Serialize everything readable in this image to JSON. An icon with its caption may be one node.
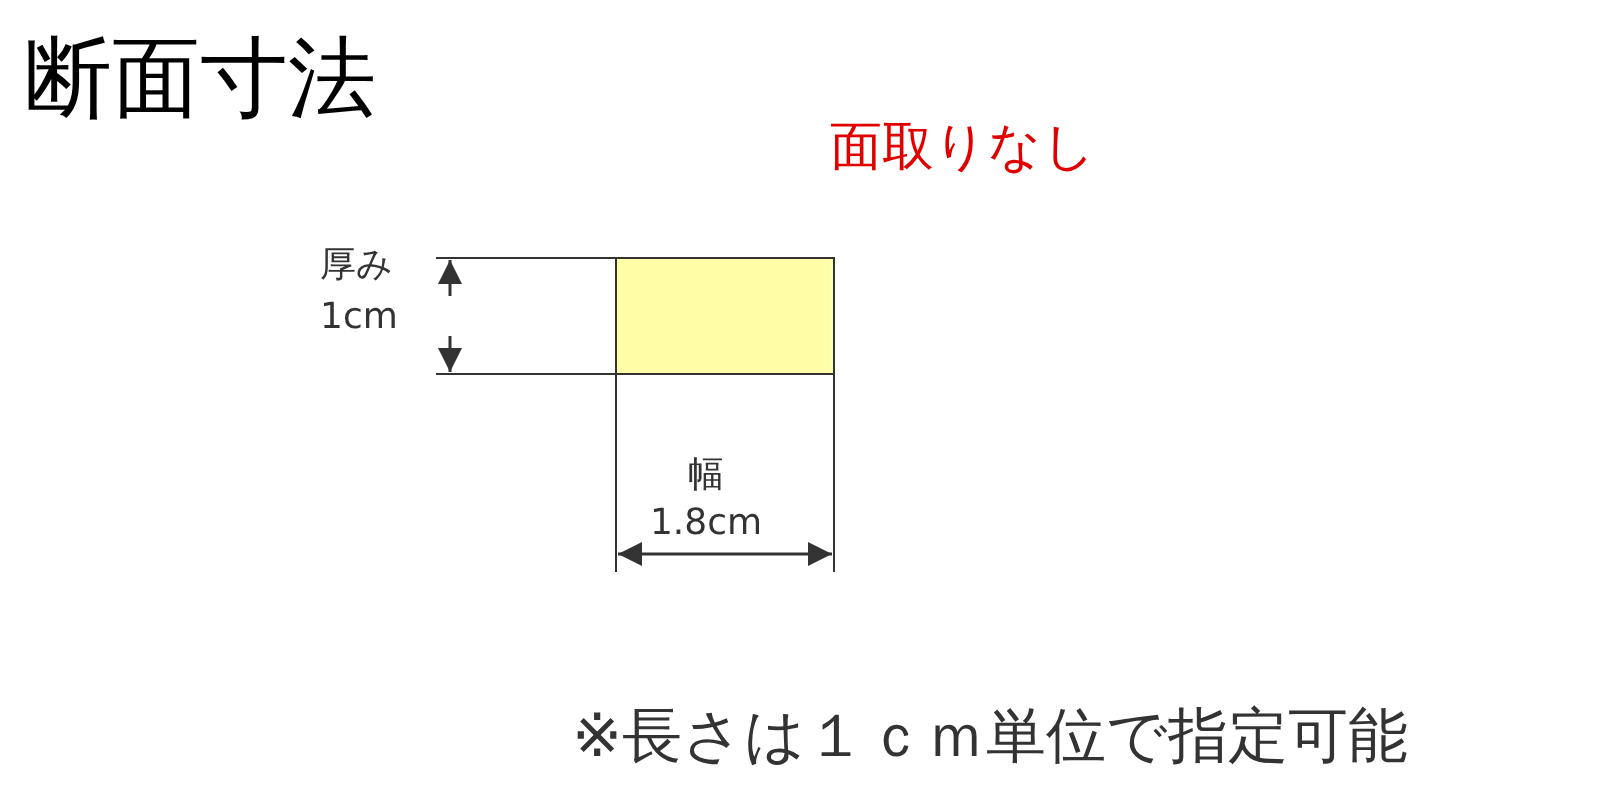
{
  "diagram": {
    "title": "断面寸法",
    "labels": [
      "面取りなし",
      "厚み 1cm",
      "幅 1.8cm",
      "※長さは１ｃｍ単位で指定可能"
    ]
  }
}
